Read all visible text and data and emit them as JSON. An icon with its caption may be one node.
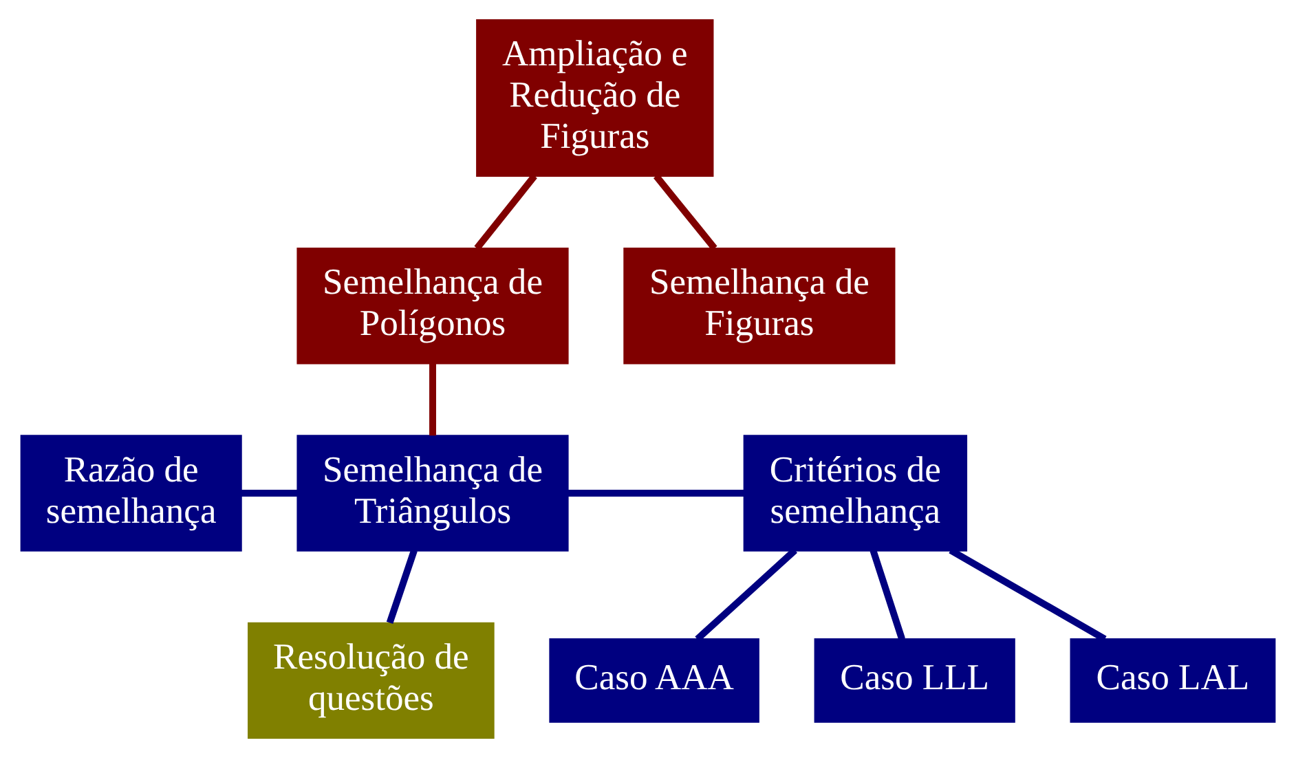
{
  "diagram": {
    "nodes": [
      {
        "text": [
          "Ampliação e Redução de Figuras"
        ]
      },
      {
        "text": [
          "Semelhança de Polígonos"
        ]
      },
      {
        "text": [
          "Semelhança de Figuras"
        ]
      },
      {
        "text": [
          "Razão de semelhança"
        ]
      },
      {
        "text": [
          "Semelhança de Triângulos"
        ]
      },
      {
        "text": [
          "Critérios de semelhança"
        ]
      },
      {
        "text": [
          "Caso AAA"
        ]
      },
      {
        "text": [
          "Caso LLL"
        ]
      },
      {
        "text": [
          "Caso LAL"
        ]
      },
      {
        "text": [
          "Resolução de questões"
        ]
      }
    ],
    "edges": [
      {
        "from": 0,
        "to": 1,
        "arrow": "none",
        "color": "#800000"
      },
      {
        "from": 0,
        "to": 2,
        "arrow": "none",
        "color": "#800000"
      },
      {
        "from": 1,
        "to": 4,
        "arrow": "none",
        "color": "#800000"
      },
      {
        "from": 3,
        "to": 4,
        "arrow": "none"
      },
      {
        "from": 4,
        "to": 5,
        "arrow": "none"
      },
      {
        "from": 5,
        "to": 6,
        "arrow": "none"
      },
      {
        "from": 5,
        "to": 7,
        "arrow": "none"
      },
      {
        "from": 5,
        "to": 8,
        "arrow": "none"
      },
      {
        "from": 4,
        "to": 9,
        "arrow": "none"
      }
    ]
  }
}
